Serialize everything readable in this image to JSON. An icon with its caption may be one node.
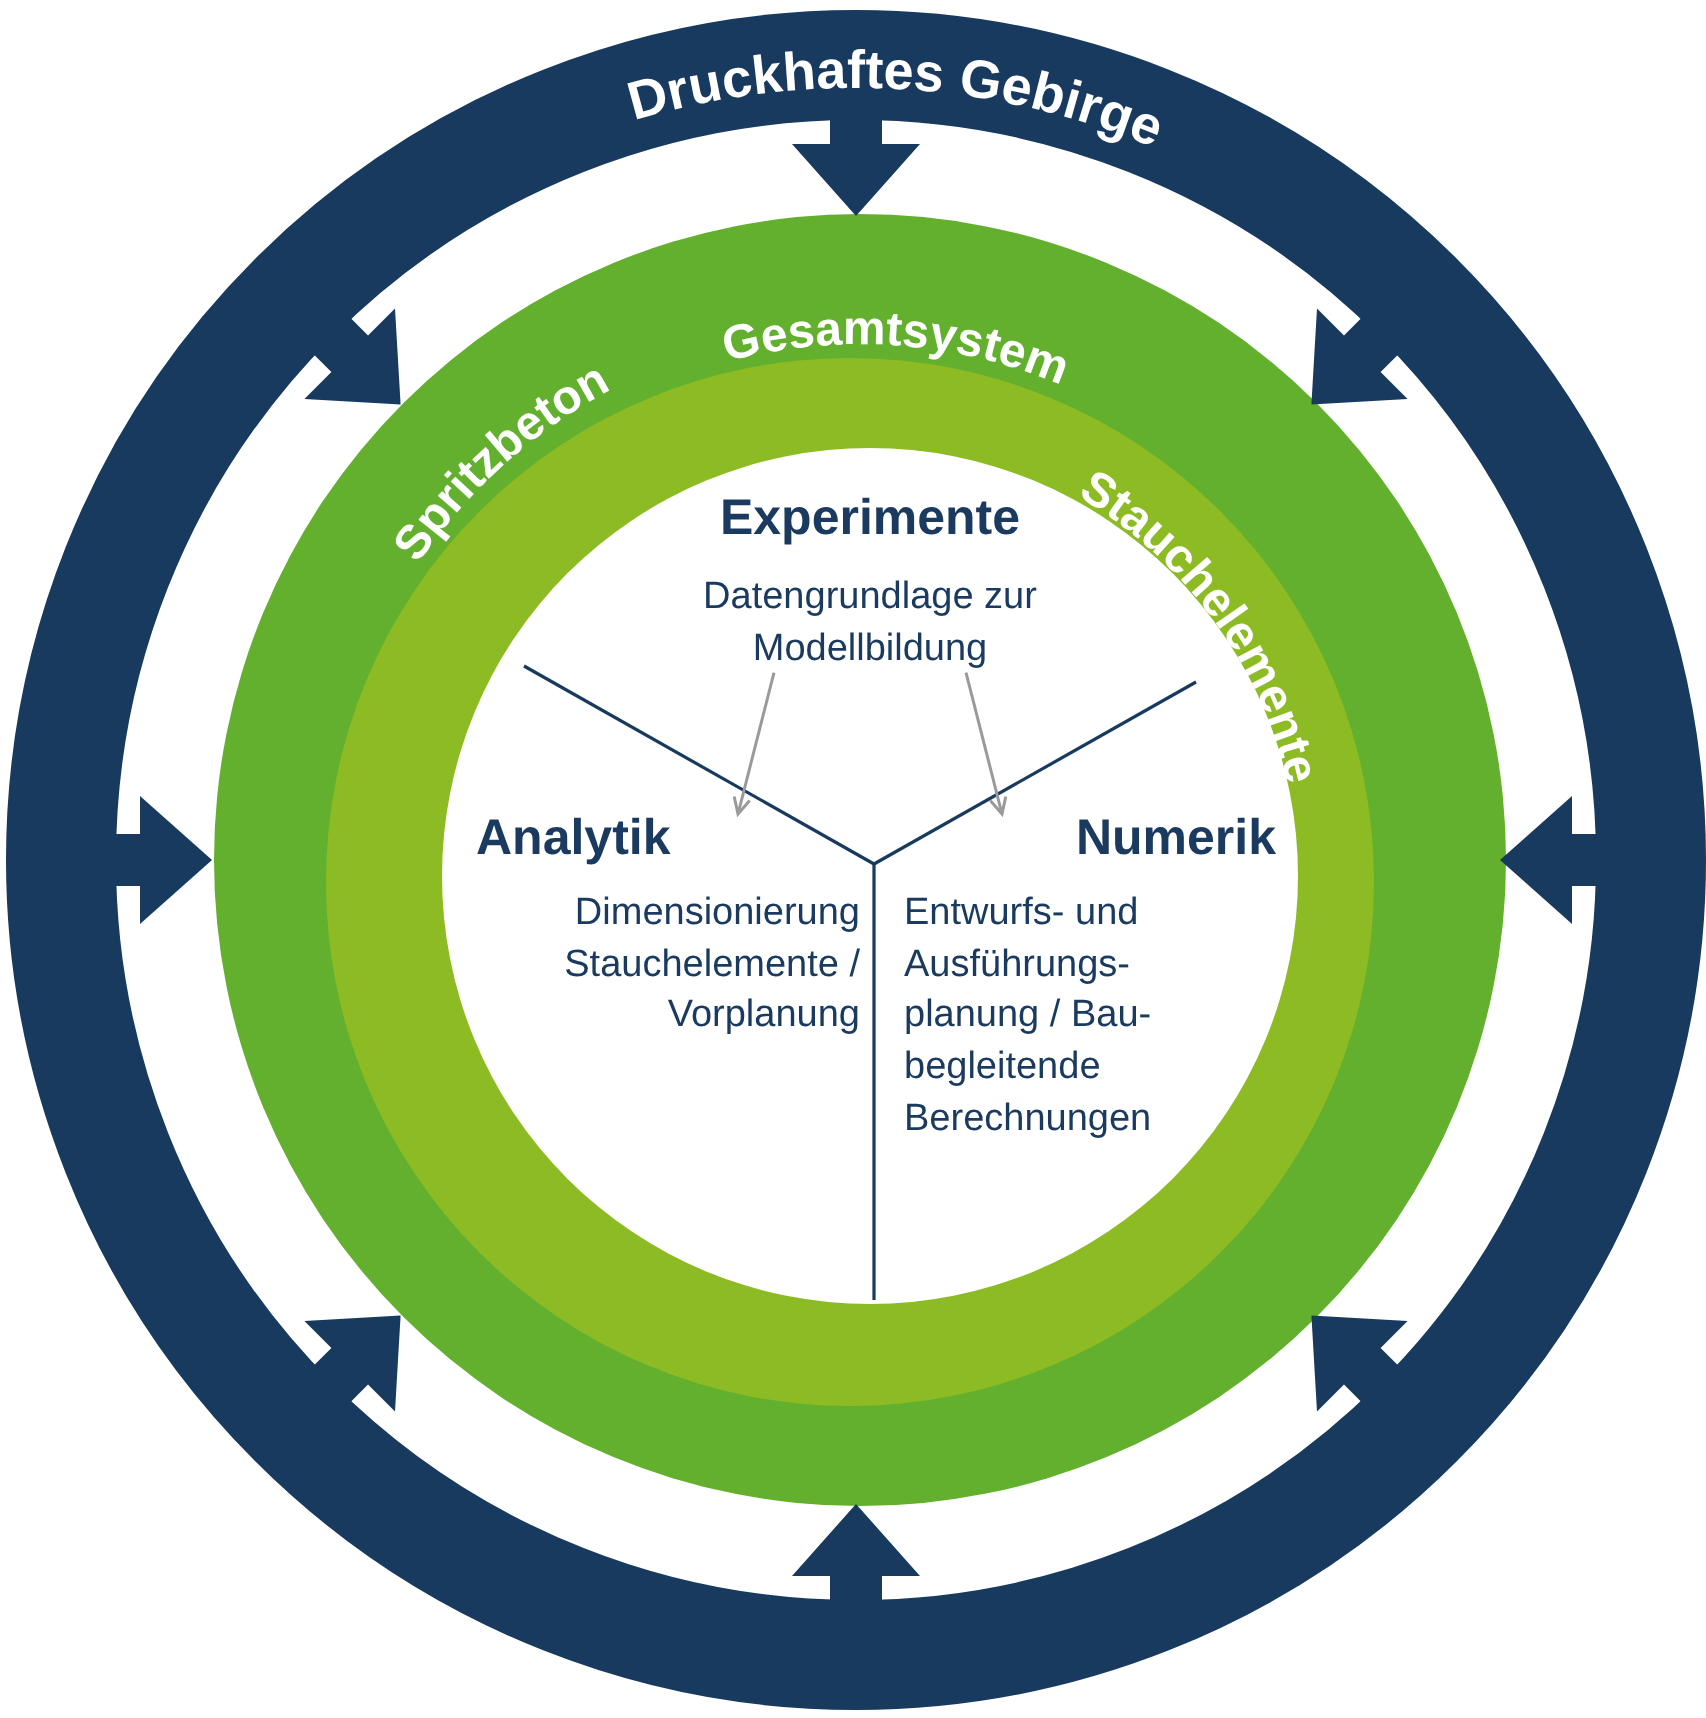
{
  "diagram": {
    "nodes": [
      {
        "text": [
          "Druckhaftes Gebirge"
        ]
      },
      {
        "text": [],
        "shape": "circle",
        "in": 0
      },
      {
        "text": [],
        "shape": "circle",
        "in": 1
      },
      {
        "text": [],
        "shape": "circle",
        "in": 2
      },
      {
        "text": [
          "Experimente",
          "Datengrundlage zur Modellbildung"
        ],
        "in": 3
      },
      {
        "text": [
          "Analytik",
          "Dimensionierung Stauchelemente / Vorplanung"
        ],
        "in": 3
      },
      {
        "text": [
          "Numerik",
          "Entwurfs- und Ausführungs- planung / Bau- begleitende Berechnungen"
        ],
        "in": 3
      }
    ],
    "edges": [
      {
        "from": 4,
        "to": 5,
        "arrow": "to"
      },
      {
        "from": 4,
        "to": 6,
        "arrow": "to"
      }
    ],
    "labels": [
      "Spritzbeton",
      "Gesamtsystem",
      "Stauchelemente"
    ]
  }
}
